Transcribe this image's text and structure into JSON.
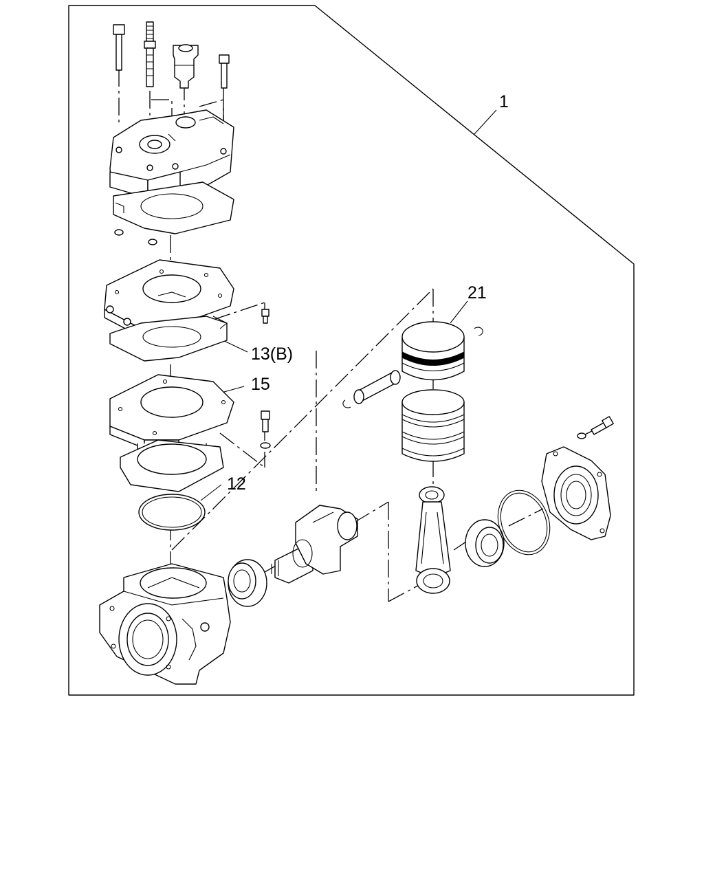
{
  "callouts": {
    "c1": "1",
    "c21": "21",
    "c13": "13(B)",
    "c15": "15",
    "c12": "12"
  }
}
